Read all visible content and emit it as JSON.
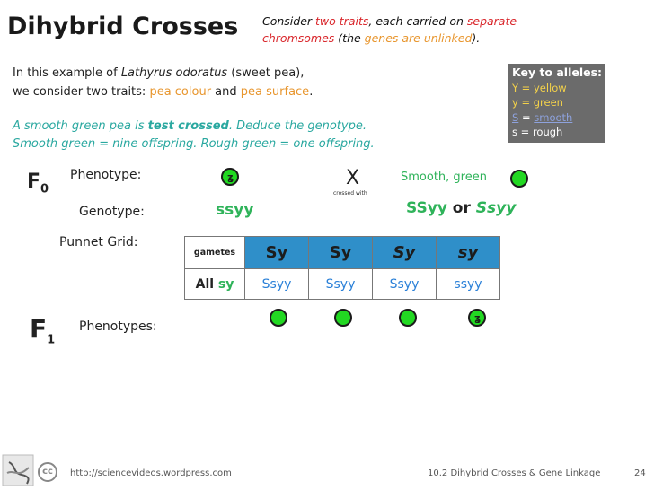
{
  "title": "Dihybrid Crosses",
  "consider": {
    "l1_pre": "Consider ",
    "l1_red": "two traits",
    "l1_mid": ", each carried on ",
    "l1_sep": "separate",
    "l2_red": "chromsomes",
    "l2_mid": " (the ",
    "l2_orange": "genes are unlinked",
    "l2_end": ")."
  },
  "intro": {
    "l1_pre": "In this example of ",
    "l1_species": "Lathyrus odoratus",
    "l1_post": " (sweet pea),",
    "l2_pre": "we consider two traits: ",
    "l2_t1": "pea colour",
    "l2_and": " and ",
    "l2_t2": "pea surface",
    "l2_end": "."
  },
  "task": {
    "l1_pre": "A smooth green pea is ",
    "l1_bold": "test crossed",
    "l1_post": ". Deduce the genotype.",
    "l2": "Smooth green = nine offspring.  Rough green = one offspring."
  },
  "key": {
    "title": "Key to alleles:",
    "Y": "Y = yellow",
    "y": "y = green",
    "S_letter": "S",
    "S_eq": " = ",
    "S_word": "smooth",
    "s": "s = rough"
  },
  "f0": {
    "label": "F",
    "sub": "0"
  },
  "f1": {
    "label": "F",
    "sub": "1"
  },
  "labels": {
    "phenotype": "Phenotype:",
    "genotype": "Genotype:",
    "punnet": "Punnet Grid:",
    "phenotypes": "Phenotypes:"
  },
  "cross": {
    "symbol": "X",
    "caption": "crossed with",
    "parent2_phenotype": "Smooth, green",
    "parent1_genotype": "ssyy",
    "parent2_g1": "SSyy",
    "parent2_or": " or ",
    "parent2_g2": "Ssyy"
  },
  "grid": {
    "corner": "gametes",
    "headers": [
      "Sy",
      "Sy",
      "Sy",
      "sy"
    ],
    "row_pre": "All ",
    "row_gamete": "sy",
    "cells": [
      "Ssyy",
      "Ssyy",
      "Ssyy",
      "ssyy"
    ]
  },
  "wrinkle_mark": "ʓ",
  "footer": {
    "cc": "cc",
    "url": "http://sciencevideos.wordpress.com",
    "topic": "10.2 Dihybrid Crosses & Gene Linkage",
    "page": "24"
  },
  "colors": {
    "red": "#d9262b",
    "orange": "#e8962e",
    "teal": "#2aa8a0",
    "pea_green": "#22d822",
    "grid_header": "#2f8fc9",
    "key_bg": "#6b6b6b"
  }
}
